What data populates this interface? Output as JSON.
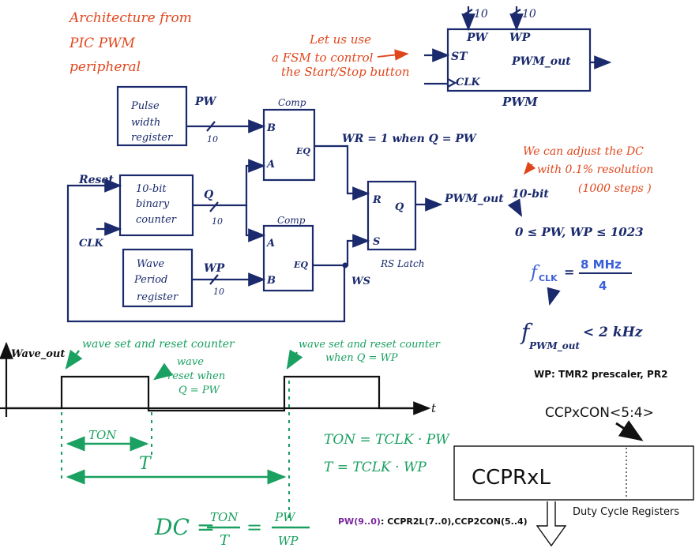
{
  "header_note": [
    "Architecture from",
    "PIC PWM",
    "peripheral"
  ],
  "fsm_note": [
    "Let us use",
    "a FSM to control",
    "the Start/Stop button"
  ],
  "pwm_block": {
    "title": "PWM",
    "pw": "PW",
    "wp": "WP",
    "st": "ST",
    "clk": "CLK",
    "out": "PWM_out",
    "bus_pw": "10",
    "bus_wp": "10"
  },
  "blocks": {
    "pw_reg": [
      "Pulse",
      "width",
      "register"
    ],
    "counter": [
      "10-bit",
      "binary",
      "counter"
    ],
    "wp_reg": [
      "Wave",
      "Period",
      "register"
    ],
    "comp1_title": "Comp",
    "comp2_title": "Comp",
    "latch": "RS Latch"
  },
  "signals": {
    "pw": "PW",
    "wp": "WP",
    "q": "Q",
    "reset": "Reset",
    "clk": "CLK",
    "bus10_a": "10",
    "bus10_b": "10",
    "bus10_c": "10",
    "wr": "WR = 1 when Q = PW",
    "ws": "WS",
    "pwm_out": "PWM_out",
    "b": "B",
    "a": "A",
    "eq": "EQ",
    "r": "R",
    "s": "S",
    "latch_q": "Q"
  },
  "dc_note": [
    "We can adjust the DC",
    "with 0.1% resolution",
    "(1000 steps )"
  ],
  "range_note": [
    "10-bit",
    "0 ≤ PW, WP ≤ 1023"
  ],
  "fclk": {
    "f": "f",
    "sub": "CLK",
    "num": "8 MHz",
    "den": "4"
  },
  "fpwm": {
    "f": "f",
    "sub": "PWM_out",
    "rel": "< 2 kHz"
  },
  "wp_note": "WP: TMR2 prescaler, PR2",
  "waveform": {
    "ylabel": "Wave_out",
    "t": "t",
    "note1": "wave set and reset counter",
    "note2": [
      "wave",
      "reset when",
      "Q = PW"
    ],
    "note3": [
      "wave set and reset counter",
      "when Q = WP"
    ],
    "ton": "TON",
    "T": "T"
  },
  "equations": {
    "ton": "TON = TCLK · PW",
    "T": "T = TCLK · WP",
    "dc_lhs": "DC =",
    "dc_num1": "TON",
    "dc_den1": "T",
    "dc_eq": "=",
    "dc_num2": "PW",
    "dc_den2": "WP"
  },
  "register": {
    "ccpxcon": "CCPxCON<5:4>",
    "ccprxl": "CCPRxL",
    "caption": "Duty Cycle Registers"
  },
  "pw_map": {
    "label": "PW(9..0)",
    "value": " : CCPR2L(7..0),CCP2CON(5..4)"
  }
}
